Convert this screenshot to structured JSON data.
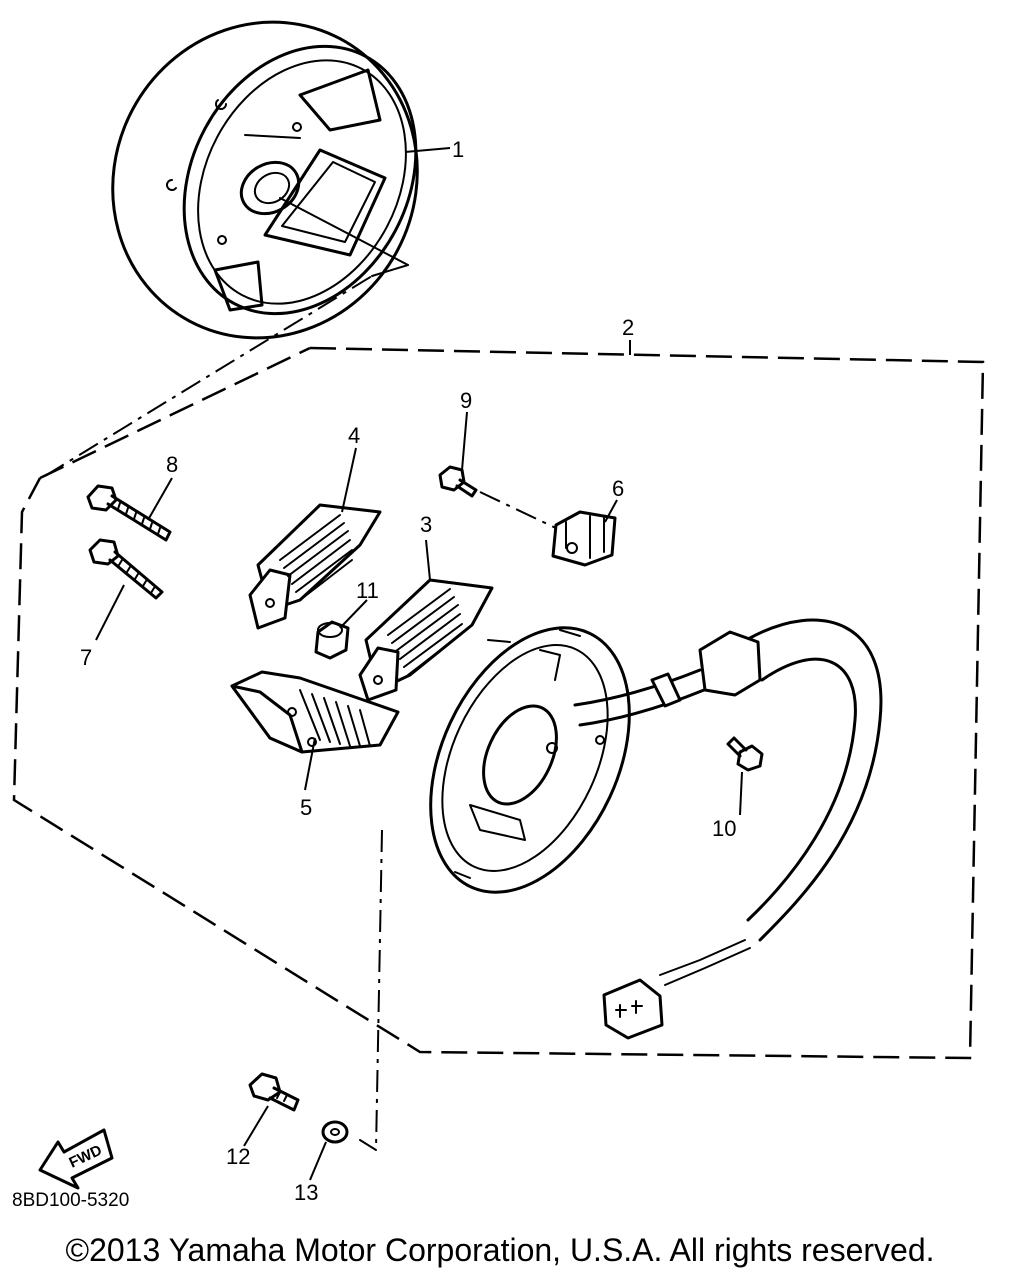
{
  "callouts": {
    "p1": "1",
    "p2": "2",
    "p3": "3",
    "p4": "4",
    "p5": "5",
    "p6": "6",
    "p7": "7",
    "p8": "8",
    "p9": "9",
    "p10": "10",
    "p11": "11",
    "p12": "12",
    "p13": "13"
  },
  "fwd_label": "FWD",
  "part_code": "8BD100-5320",
  "copyright": "©2013 Yamaha Motor Corporation, U.S.A. All rights reserved."
}
